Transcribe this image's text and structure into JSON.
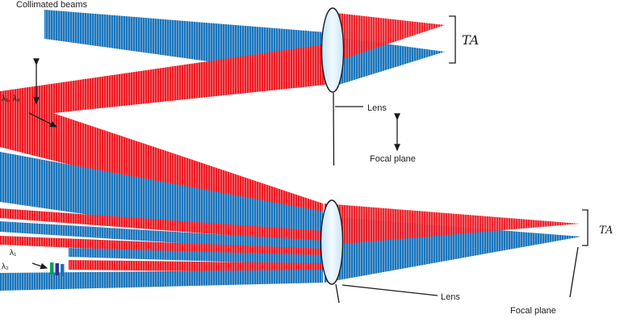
{
  "figure": {
    "title": "Collimated beams",
    "top_panel": {
      "wavelength_label": "λ₁, λ₂",
      "lens_label": "Lens",
      "focal_plane_label": "Focal plane",
      "spot_separation_label": "TA"
    },
    "bottom_panel": {
      "wavelength_label_1": "λ₁",
      "wavelength_label_2": "λ₂",
      "lens_label": "Lens",
      "focal_plane_label": "Focal plane",
      "spot_separation_label": "TA"
    },
    "colors": {
      "beam_red": "#ec1c24",
      "beam_blue": "#1b75bc",
      "lens_fill": "#d9edf9",
      "annotation": "#1d1a1b",
      "spectrum_bar_teal": "#00a551",
      "spectrum_bar_navy": "#2e3192"
    }
  }
}
